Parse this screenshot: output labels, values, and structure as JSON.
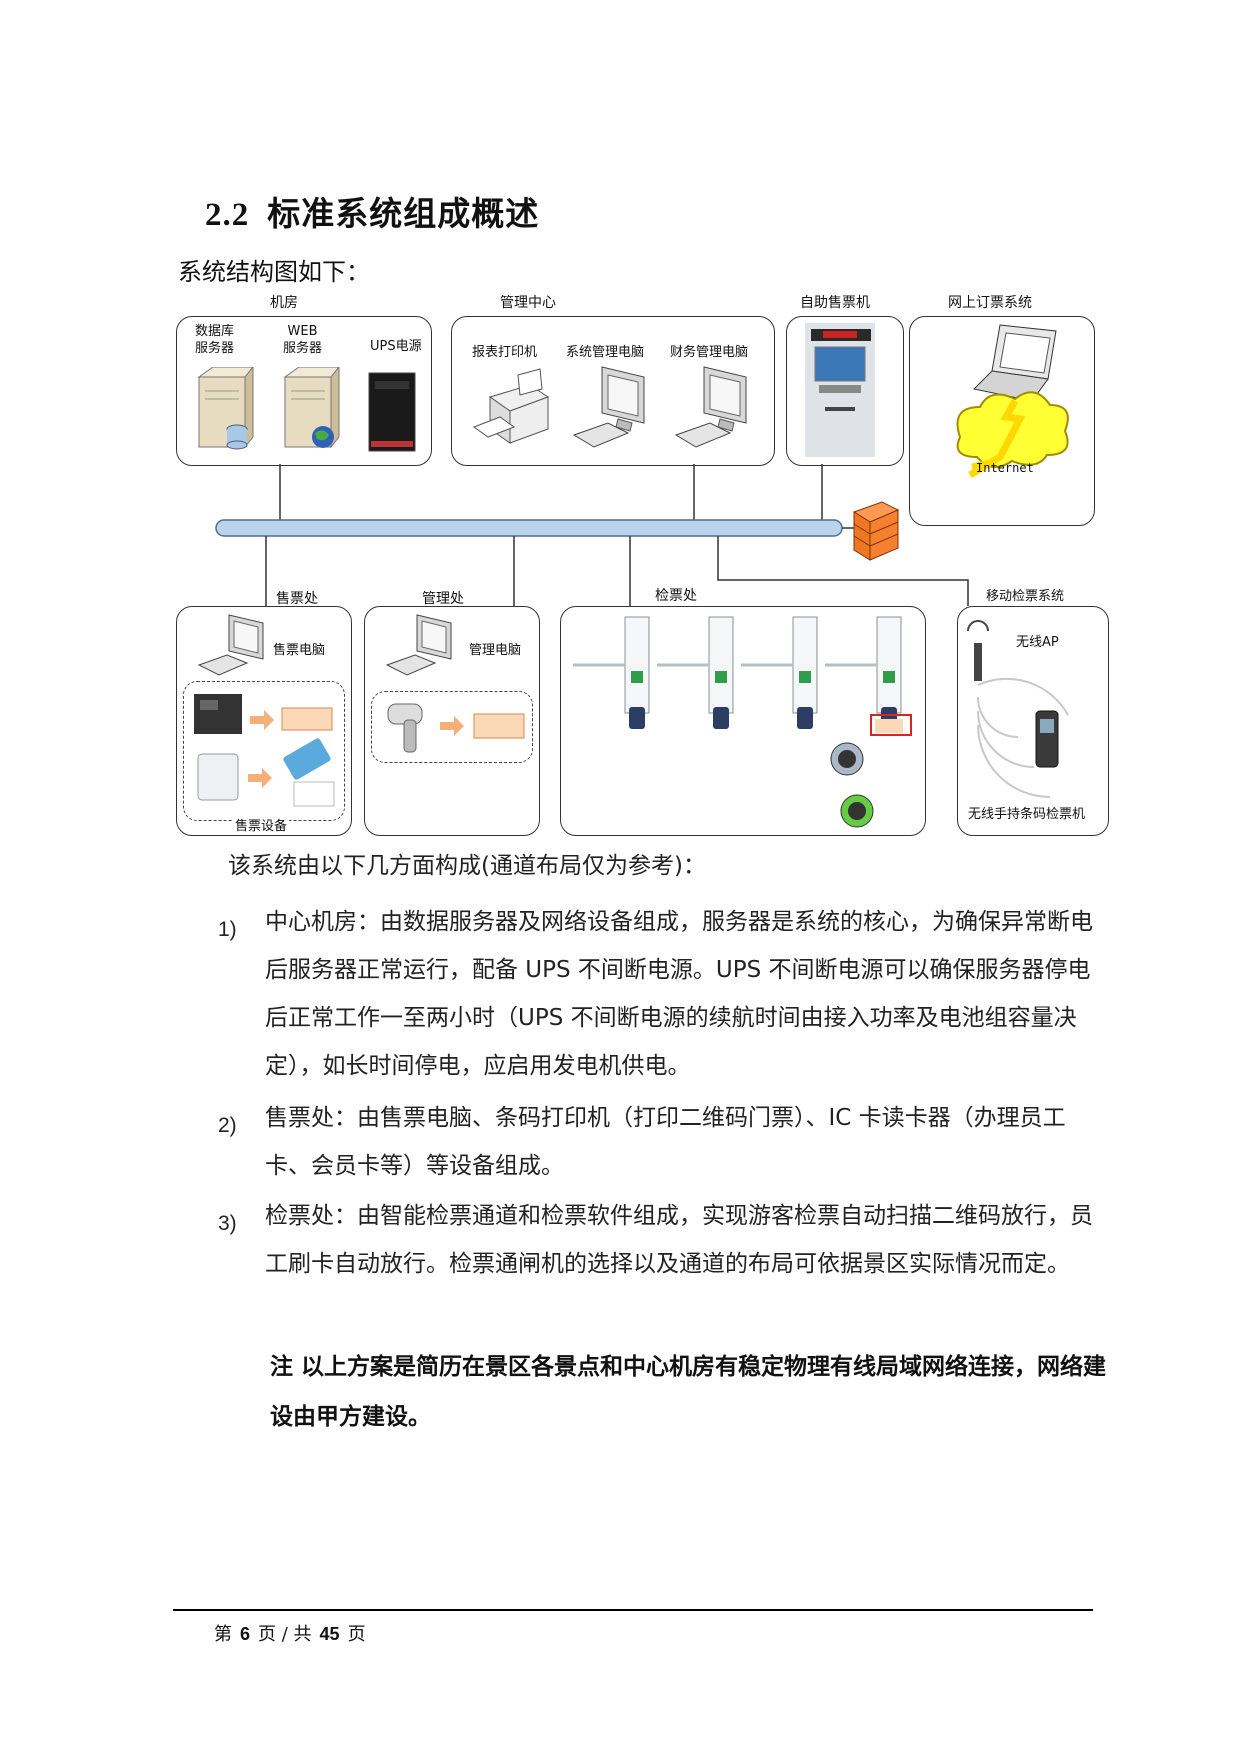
{
  "heading": {
    "number": "2.2",
    "title": "标准系统组成概述"
  },
  "intro": "系统结构图如下：",
  "diagram": {
    "jifang": {
      "title": "机房",
      "db": "数据库\n服务器",
      "web": "WEB\n服务器",
      "ups": "UPS电源"
    },
    "guanli_center": {
      "title": "管理中心",
      "printer": "报表打印机",
      "sys_pc": "系统管理电脑",
      "fin_pc": "财务管理电脑"
    },
    "kiosk": {
      "title": "自助售票机"
    },
    "online": {
      "title": "网上订票系统",
      "internet": "Internet"
    },
    "sales": {
      "title": "售票处",
      "pc": "售票电脑",
      "equip": "售票设备"
    },
    "admin": {
      "title": "管理处",
      "pc": "管理电脑"
    },
    "check": {
      "title": "检票处"
    },
    "mobile": {
      "title": "移动检票系统",
      "ap": "无线AP",
      "device": "无线手持条码检票机"
    }
  },
  "composition": "该系统由以下几方面构成(通道布局仅为参考)：",
  "items": [
    {
      "num": "1)",
      "text": "中心机房：由数据服务器及网络设备组成，服务器是系统的核心，为确保异常断电后服务器正常运行，配备 UPS 不间断电源。UPS 不间断电源可以确保服务器停电后正常工作一至两小时（UPS 不间断电源的续航时间由接入功率及电池组容量决定），如长时间停电，应启用发电机供电。"
    },
    {
      "num": "2)",
      "text": "售票处：由售票电脑、条码打印机（打印二维码门票）、IC 卡读卡器（办理员工卡、会员卡等）等设备组成。"
    },
    {
      "num": "3)",
      "text": "检票处：由智能检票通道和检票软件组成，实现游客检票自动扫描二维码放行，员工刷卡自动放行。检票通闸机的选择以及通道的布局可依据景区实际情况而定。"
    }
  ],
  "note": "注  以上方案是简历在景区各景点和中心机房有稳定物理有线局域网络连接，网络建设由甲方建设。",
  "footer": {
    "prefix": "第",
    "page": "6",
    "mid": "页 / 共",
    "total": "45",
    "suffix": "页"
  }
}
